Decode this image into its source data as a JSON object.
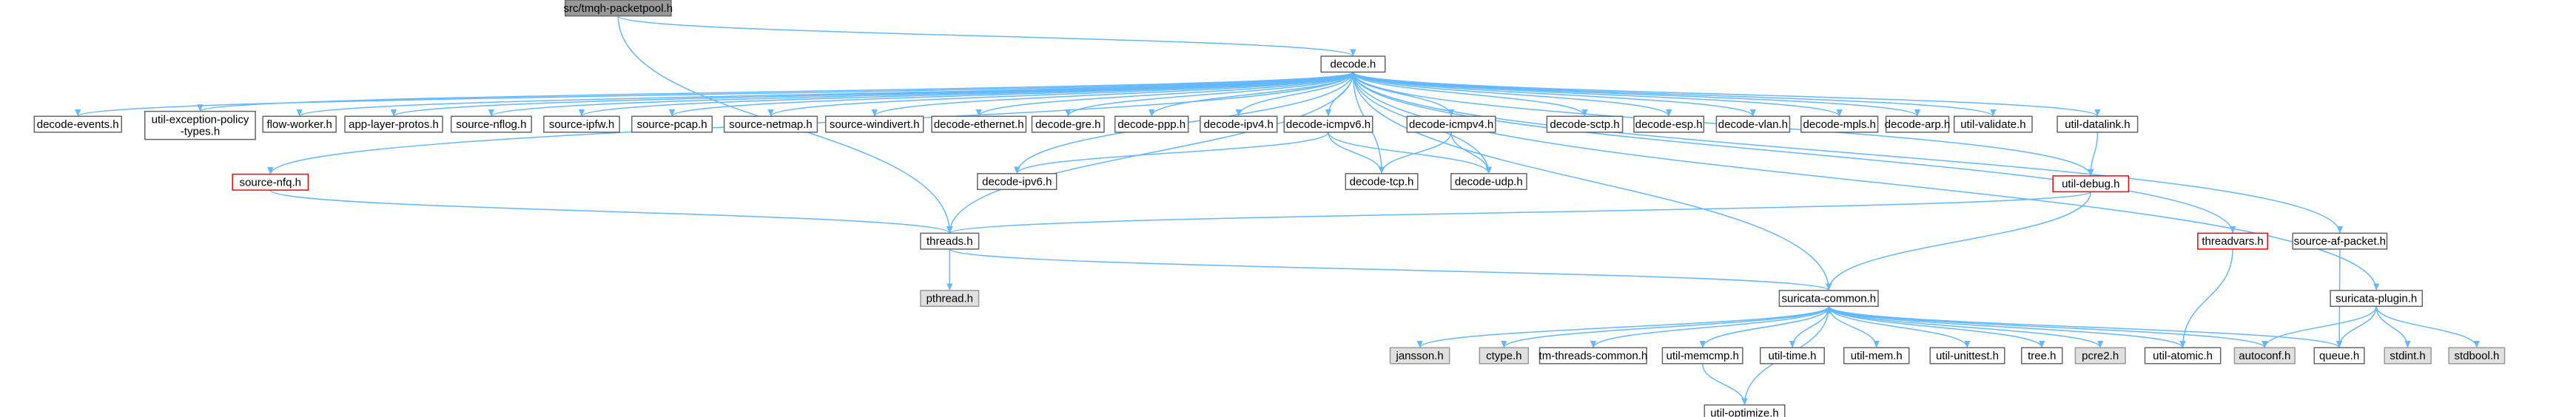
{
  "colors": {
    "edge": "#63b8ff",
    "node_border": "#666666",
    "node_fill": "#ffffff",
    "root_fill": "#999999",
    "root_border": "#666666",
    "external_fill": "#e0e0e0",
    "external_border": "#999999",
    "truncated_border": "#ff0000"
  },
  "nodes": [
    {
      "id": "root",
      "label": "src/tmqh-packetpool.h",
      "kind": "root"
    },
    {
      "id": "decode",
      "label": "decode.h",
      "kind": "normal"
    },
    {
      "id": "dev",
      "label": "decode-events.h",
      "kind": "normal"
    },
    {
      "id": "uepl",
      "label": "util-exception-policy\n-types.h",
      "kind": "normal"
    },
    {
      "id": "fw",
      "label": "flow-worker.h",
      "kind": "normal"
    },
    {
      "id": "alp",
      "label": "app-layer-protos.h",
      "kind": "normal"
    },
    {
      "id": "snflog",
      "label": "source-nflog.h",
      "kind": "normal"
    },
    {
      "id": "sipfw",
      "label": "source-ipfw.h",
      "kind": "normal"
    },
    {
      "id": "spcap",
      "label": "source-pcap.h",
      "kind": "normal"
    },
    {
      "id": "snetmap",
      "label": "source-netmap.h",
      "kind": "normal"
    },
    {
      "id": "swd",
      "label": "source-windivert.h",
      "kind": "normal"
    },
    {
      "id": "deth",
      "label": "decode-ethernet.h",
      "kind": "normal"
    },
    {
      "id": "dgre",
      "label": "decode-gre.h",
      "kind": "normal"
    },
    {
      "id": "dppp",
      "label": "decode-ppp.h",
      "kind": "normal"
    },
    {
      "id": "dipv4",
      "label": "decode-ipv4.h",
      "kind": "normal"
    },
    {
      "id": "dicmp6",
      "label": "decode-icmpv6.h",
      "kind": "normal"
    },
    {
      "id": "dicmp4",
      "label": "decode-icmpv4.h",
      "kind": "normal"
    },
    {
      "id": "dsctp",
      "label": "decode-sctp.h",
      "kind": "normal"
    },
    {
      "id": "desp",
      "label": "decode-esp.h",
      "kind": "normal"
    },
    {
      "id": "dvlan",
      "label": "decode-vlan.h",
      "kind": "normal"
    },
    {
      "id": "dmpls",
      "label": "decode-mpls.h",
      "kind": "normal"
    },
    {
      "id": "darp",
      "label": "decode-arp.h",
      "kind": "normal"
    },
    {
      "id": "uvalid",
      "label": "util-validate.h",
      "kind": "normal"
    },
    {
      "id": "udl",
      "label": "util-datalink.h",
      "kind": "normal"
    },
    {
      "id": "snfq",
      "label": "source-nfq.h",
      "kind": "truncated"
    },
    {
      "id": "dipv6",
      "label": "decode-ipv6.h",
      "kind": "normal"
    },
    {
      "id": "dtcp",
      "label": "decode-tcp.h",
      "kind": "normal"
    },
    {
      "id": "dudp",
      "label": "decode-udp.h",
      "kind": "normal"
    },
    {
      "id": "udebug",
      "label": "util-debug.h",
      "kind": "truncated"
    },
    {
      "id": "threads",
      "label": "threads.h",
      "kind": "normal"
    },
    {
      "id": "tvars",
      "label": "threadvars.h",
      "kind": "truncated"
    },
    {
      "id": "safp",
      "label": "source-af-packet.h",
      "kind": "normal"
    },
    {
      "id": "pthread",
      "label": "pthread.h",
      "kind": "external"
    },
    {
      "id": "scommon",
      "label": "suricata-common.h",
      "kind": "normal"
    },
    {
      "id": "splugin",
      "label": "suricata-plugin.h",
      "kind": "normal"
    },
    {
      "id": "jansson",
      "label": "jansson.h",
      "kind": "external"
    },
    {
      "id": "ctype",
      "label": "ctype.h",
      "kind": "external"
    },
    {
      "id": "tmtc",
      "label": "tm-threads-common.h",
      "kind": "normal"
    },
    {
      "id": "umemcmp",
      "label": "util-memcmp.h",
      "kind": "normal"
    },
    {
      "id": "utime",
      "label": "util-time.h",
      "kind": "normal"
    },
    {
      "id": "umem",
      "label": "util-mem.h",
      "kind": "normal"
    },
    {
      "id": "uunit",
      "label": "util-unittest.h",
      "kind": "normal"
    },
    {
      "id": "tree",
      "label": "tree.h",
      "kind": "normal"
    },
    {
      "id": "pcre2",
      "label": "pcre2.h",
      "kind": "external"
    },
    {
      "id": "uatomic",
      "label": "util-atomic.h",
      "kind": "normal"
    },
    {
      "id": "autoconf",
      "label": "autoconf.h",
      "kind": "external"
    },
    {
      "id": "queue",
      "label": "queue.h",
      "kind": "normal"
    },
    {
      "id": "stdint",
      "label": "stdint.h",
      "kind": "external"
    },
    {
      "id": "stdbool",
      "label": "stdbool.h",
      "kind": "external"
    },
    {
      "id": "uopt",
      "label": "util-optimize.h",
      "kind": "normal"
    }
  ],
  "edges": [
    [
      "root",
      "decode"
    ],
    [
      "root",
      "threads"
    ],
    [
      "decode",
      "dev"
    ],
    [
      "decode",
      "uepl"
    ],
    [
      "decode",
      "fw"
    ],
    [
      "decode",
      "alp"
    ],
    [
      "decode",
      "snflog"
    ],
    [
      "decode",
      "sipfw"
    ],
    [
      "decode",
      "spcap"
    ],
    [
      "decode",
      "snetmap"
    ],
    [
      "decode",
      "swd"
    ],
    [
      "decode",
      "deth"
    ],
    [
      "decode",
      "dgre"
    ],
    [
      "decode",
      "dppp"
    ],
    [
      "decode",
      "dipv4"
    ],
    [
      "decode",
      "dicmp6"
    ],
    [
      "decode",
      "dicmp4"
    ],
    [
      "decode",
      "dsctp"
    ],
    [
      "decode",
      "desp"
    ],
    [
      "decode",
      "dvlan"
    ],
    [
      "decode",
      "dmpls"
    ],
    [
      "decode",
      "darp"
    ],
    [
      "decode",
      "uvalid"
    ],
    [
      "decode",
      "udl"
    ],
    [
      "decode",
      "snfq"
    ],
    [
      "decode",
      "dipv6"
    ],
    [
      "decode",
      "dtcp"
    ],
    [
      "decode",
      "dudp"
    ],
    [
      "decode",
      "udebug"
    ],
    [
      "decode",
      "threads"
    ],
    [
      "decode",
      "tvars"
    ],
    [
      "decode",
      "safp"
    ],
    [
      "decode",
      "scommon"
    ],
    [
      "decode",
      "splugin"
    ],
    [
      "dicmp6",
      "dipv6"
    ],
    [
      "dicmp6",
      "dtcp"
    ],
    [
      "dicmp6",
      "dudp"
    ],
    [
      "dicmp4",
      "dtcp"
    ],
    [
      "dicmp4",
      "dudp"
    ],
    [
      "udl",
      "udebug"
    ],
    [
      "snfq",
      "threads"
    ],
    [
      "udebug",
      "threads"
    ],
    [
      "udebug",
      "scommon"
    ],
    [
      "threads",
      "pthread"
    ],
    [
      "threads",
      "scommon"
    ],
    [
      "tvars",
      "uatomic"
    ],
    [
      "safp",
      "queue"
    ],
    [
      "splugin",
      "autoconf"
    ],
    [
      "splugin",
      "queue"
    ],
    [
      "splugin",
      "stdint"
    ],
    [
      "splugin",
      "stdbool"
    ],
    [
      "scommon",
      "jansson"
    ],
    [
      "scommon",
      "ctype"
    ],
    [
      "scommon",
      "tmtc"
    ],
    [
      "scommon",
      "umemcmp"
    ],
    [
      "scommon",
      "utime"
    ],
    [
      "scommon",
      "umem"
    ],
    [
      "scommon",
      "uunit"
    ],
    [
      "scommon",
      "tree"
    ],
    [
      "scommon",
      "pcre2"
    ],
    [
      "scommon",
      "uatomic"
    ],
    [
      "scommon",
      "autoconf"
    ],
    [
      "scommon",
      "queue"
    ],
    [
      "scommon",
      "uopt"
    ],
    [
      "umemcmp",
      "scommon"
    ],
    [
      "umemcmp",
      "uopt"
    ]
  ]
}
